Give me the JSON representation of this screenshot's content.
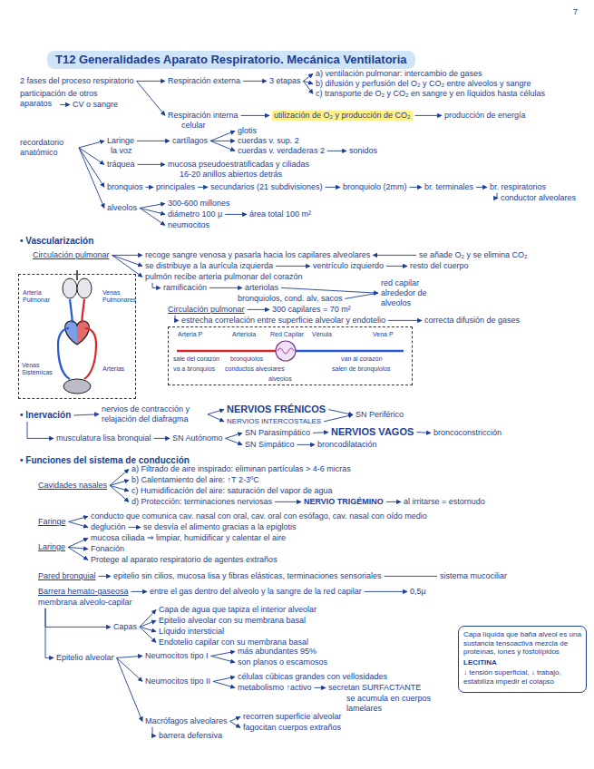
{
  "diagram": {
    "title": "T12 Generalidades Aparato Respiratorio. Mecánica Ventilatoria",
    "nodes": [
      {
        "text": [
          "Arteria Pulmonar",
          "Venas Pulmonares",
          "Venas Sistémicas",
          "Arterias"
        ]
      },
      {
        "text": [
          "Arteria P",
          "Arteriola",
          "Red Capilar",
          "Vénula",
          "Vena P",
          "sale del corazón",
          "bronquiolos",
          "van al corazón",
          "va a bronquios",
          "conductos alveolares",
          "salen de bronquiolos",
          "alveolos"
        ]
      },
      {
        "text": [
          "Capa líquida que baña alveol es una sustancia tensoactiva mezcla de proteínas, iones y fosfolípidos",
          "LECITINA",
          "↓ tensión superficial, ↓ trabajo, estabiliza impedir el colapso"
        ]
      }
    ],
    "labels": [
      "7",
      "2 fases del proceso respiratorio",
      "participación de otros aparatos",
      "Respiración externa",
      "3 etapas",
      "a) ventilación pulmonar: intercambio de gases",
      "b) difusión y perfusión del O₂ y CO₂ entre alveolos y sangre",
      "c) transporte de O₂ y CO₂ en sangre y en líquidos hasta células",
      "CV o sangre",
      "Respiración interna",
      "celular",
      "utilización de O₂ y producción de CO₂",
      "producción de energía",
      "recordatorio anatómico",
      "Laringe",
      "la voz",
      "cartílagos",
      "glotis",
      "cuerdas v. sup. 2",
      "cuerdas v. verdaderas 2",
      "sonidos",
      "tráquea",
      "mucosa pseudoestratificadas y ciliadas",
      "16-20 anillos abiertos detrás",
      "bronquios",
      "principales",
      "secundarios (21 subdivisiones)",
      "bronquiolo (2mm)",
      "br. terminales",
      "br. respiratorios",
      "conductor alveolares",
      "alveolos",
      "300-600 millones",
      "diámetro 100 μ",
      "área total 100 m²",
      "neumocitos",
      "• Vascularización",
      "Circulación pulmonar",
      "recoge sangre venosa y pasarla hacia los capilares alveolares",
      "se añade O₂ y se elimina CO₂",
      "se distribuye a la aurícula izquierda",
      "ventrículo izquierdo",
      "resto del cuerpo",
      "pulmón recibe arteria pulmonar del corazón",
      "ramificación",
      "arteriolas",
      "bronquiolos, cond. alv, sacos",
      "red capilar alrededor de alveolos",
      "Circulación pulmonar",
      "300 capilares = 70 m²",
      "estrecha correlación entre superficie alveolar y endotelio",
      "correcta difusión de gases",
      "• Inervación",
      "nervios de contracción y relajación del diafragma",
      "NERVIOS FRÉNICOS",
      "NERVIOS INTERCOSTALES",
      "SN Periférico",
      "musculatura lisa bronquial",
      "SN Autónomo",
      "SN Parasimpático",
      "NERVIOS VAGOS",
      "broncoconstricción",
      "SN Simpático",
      "broncodilatación",
      "• Funciones del sistema de conducción",
      "Cavidades nasales",
      "a) Filtrado de aire inspirado: eliminan partículas > 4-6 micras",
      "b) Calentamiento del aire: ↑T 2-3ºC",
      "c) Humidificación del aire: saturación del vapor de agua",
      "d) Protección: terminaciones nerviosas",
      "NERVIO TRIGÉMINO",
      "al irritarse = estornudo",
      "Faringe",
      "conducto que comunica cav. nasal con oral, cav. oral con esófago, cav. nasal con oído medio",
      "deglución",
      "se desvía el alimento gracias a la epiglotis",
      "Laringe",
      "mucosa ciliada ⇒ limpiar, humidificar y calentar el aire",
      "Fonación",
      "Protege al aparato respiratorio de agentes extraños",
      "Pared bronquial",
      "epitelio sin cilios, mucosa lisa y fibras elásticas, terminaciones sensoriales",
      "sistema mucociliar",
      "Barrera hemato-gaseosa",
      "membrana alveolo-capilar",
      "entre el gas dentro del alveolo y la sangre de la red capilar",
      "0,5μ",
      "Capas",
      "Capa de agua que tapiza el interior alveolar",
      "Epitelio alveolar con su membrana basal",
      "Líquido intersticial",
      "Endotelio capilar con su membrana basal",
      "Epitelio alveolar",
      "Neumocitos tipo I",
      "más abundantes 95%",
      "son planos o escamosos",
      "Neumocitos tipo II",
      "células cúbicas grandes con vellosidades",
      "metabolismo ↑activo",
      "secretan SURFACTANTE",
      "se acumula en cuerpos lamelares",
      "Macrófagos alveolares",
      "recorren superficie alveolar",
      "fagocitan cuerpos extraños",
      "barrera defensiva"
    ]
  }
}
